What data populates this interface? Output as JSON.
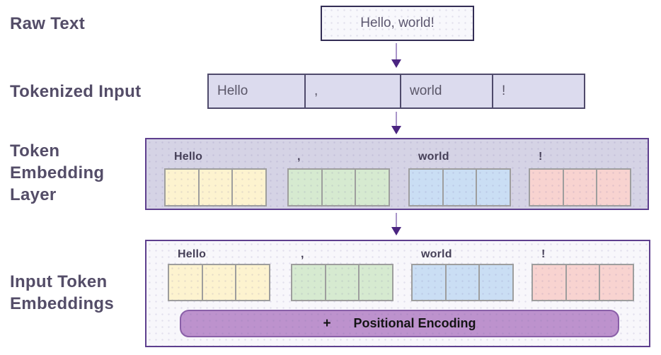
{
  "stages": {
    "raw_text": {
      "label": "Raw Text",
      "text": "Hello, world!"
    },
    "tokenized": {
      "label": "Tokenized Input"
    },
    "embedding_layer": {
      "label": "Token\nEmbedding\nLayer"
    },
    "input_embeddings": {
      "label": "Input Token\nEmbeddings",
      "plus_sign": "+",
      "positional_label": "Positional Encoding"
    }
  },
  "tokens": [
    {
      "text": "Hello",
      "color": "#fdf3cf"
    },
    {
      "text": ",",
      "color": "#d6ead0"
    },
    {
      "text": "world",
      "color": "#cadef4"
    },
    {
      "text": "!",
      "color": "#f8d3d0"
    }
  ],
  "cells_per_token": 3,
  "colors": {
    "section_label": "#544d68",
    "raw_box_border": "#332d55",
    "raw_box_bg": "#f8f8fc",
    "token_box_bg": "#dcdbee",
    "token_box_border": "#4f4a6b",
    "embed_box_bg": "#d5d3e5",
    "input_box_bg": "#f8f7fb",
    "purple_border": "#5e3f8e",
    "cell_border": "#9e9e9e",
    "arrow_stem": "#a995c9",
    "arrow_head": "#4b2581",
    "positional_bg": "#bd92cd",
    "positional_border": "#8a5fa8"
  }
}
